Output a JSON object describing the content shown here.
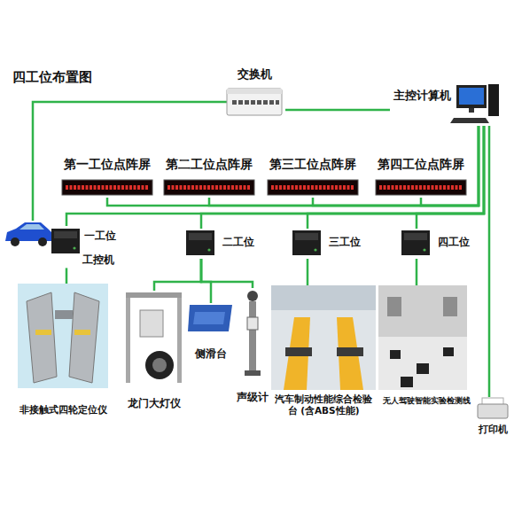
{
  "diagram": {
    "title": "四工位布置图",
    "nodes": [
      {
        "text": [
          "交换机"
        ]
      },
      {
        "text": [
          "主控计算机"
        ]
      },
      {
        "text": [
          "第一工位点阵屏"
        ]
      },
      {
        "text": [
          "第二工位点阵屏"
        ]
      },
      {
        "text": [
          "第三工位点阵屏"
        ]
      },
      {
        "text": [
          "第四工位点阵屏"
        ]
      },
      {
        "text": [
          "一工位",
          "工控机"
        ]
      },
      {
        "text": [
          "二工位"
        ]
      },
      {
        "text": [
          "三工位"
        ]
      },
      {
        "text": [
          "四工位"
        ]
      },
      {
        "text": [
          "非接触式四轮定位仪"
        ]
      },
      {
        "text": [
          "龙门大灯仪"
        ]
      },
      {
        "text": [
          "侧滑台"
        ]
      },
      {
        "text": [
          "声级计"
        ]
      },
      {
        "text": [
          "汽车制动性能综合检验台 (含ABS性能)"
        ]
      },
      {
        "text": [
          "无人驾驶智能实验检测线"
        ]
      },
      {
        "text": [
          "打印机"
        ]
      }
    ],
    "edges": [
      {
        "from": 0,
        "to": 1,
        "arrow": "none"
      },
      {
        "from": 1,
        "to": 2,
        "arrow": "none"
      },
      {
        "from": 1,
        "to": 3,
        "arrow": "none"
      },
      {
        "from": 1,
        "to": 4,
        "arrow": "none"
      },
      {
        "from": 1,
        "to": 5,
        "arrow": "none"
      },
      {
        "from": 1,
        "to": 6,
        "arrow": "none"
      },
      {
        "from": 1,
        "to": 7,
        "arrow": "none"
      },
      {
        "from": 1,
        "to": 8,
        "arrow": "none"
      },
      {
        "from": 1,
        "to": 9,
        "arrow": "none"
      },
      {
        "from": 1,
        "to": 16,
        "arrow": "none"
      },
      {
        "from": 6,
        "to": 10,
        "arrow": "none"
      },
      {
        "from": 7,
        "to": 11,
        "arrow": "none"
      },
      {
        "from": 7,
        "to": 12,
        "arrow": "none"
      },
      {
        "from": 7,
        "to": 13,
        "arrow": "none"
      },
      {
        "from": 8,
        "to": 14,
        "arrow": "none"
      },
      {
        "from": 9,
        "to": 15,
        "arrow": "none"
      }
    ]
  }
}
